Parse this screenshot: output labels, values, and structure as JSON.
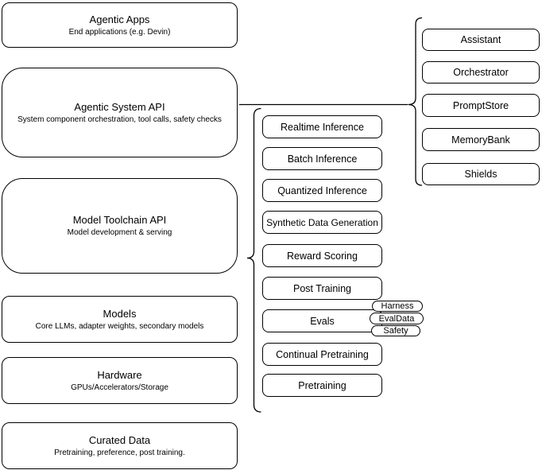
{
  "diagram": {
    "colors": {
      "stroke": "#000000",
      "fill": "#ffffff",
      "text": "#000000"
    },
    "left_column": {
      "items": [
        {
          "title": "Agentic Apps",
          "subtitle": "End applications (e.g. Devin)"
        },
        {
          "title": "Agentic System API",
          "subtitle": "System component orchestration, tool calls, safety checks"
        },
        {
          "title": "Model Toolchain API",
          "subtitle": "Model development & serving"
        },
        {
          "title": "Models",
          "subtitle": "Core LLMs, adapter weights, secondary models"
        },
        {
          "title": "Hardware",
          "subtitle": "GPUs/Accelerators/Storage"
        },
        {
          "title": "Curated Data",
          "subtitle": "Pretraining, preference, post training."
        }
      ]
    },
    "mid_column": {
      "items": [
        {
          "label": "Realtime Inference"
        },
        {
          "label": "Batch Inference"
        },
        {
          "label": "Quantized Inference"
        },
        {
          "label": "Synthetic Data Generation"
        },
        {
          "label": "Reward Scoring"
        },
        {
          "label": "Post Training"
        },
        {
          "label": "Evals"
        },
        {
          "label": "Continual Pretraining"
        },
        {
          "label": "Pretraining"
        }
      ]
    },
    "right_column": {
      "items": [
        {
          "label": "Assistant"
        },
        {
          "label": "Orchestrator"
        },
        {
          "label": "PromptStore"
        },
        {
          "label": "MemoryBank"
        },
        {
          "label": "Shields"
        }
      ]
    },
    "eval_tags": {
      "items": [
        {
          "label": "Harness"
        },
        {
          "label": "EvalData"
        },
        {
          "label": "Safety"
        }
      ]
    }
  }
}
